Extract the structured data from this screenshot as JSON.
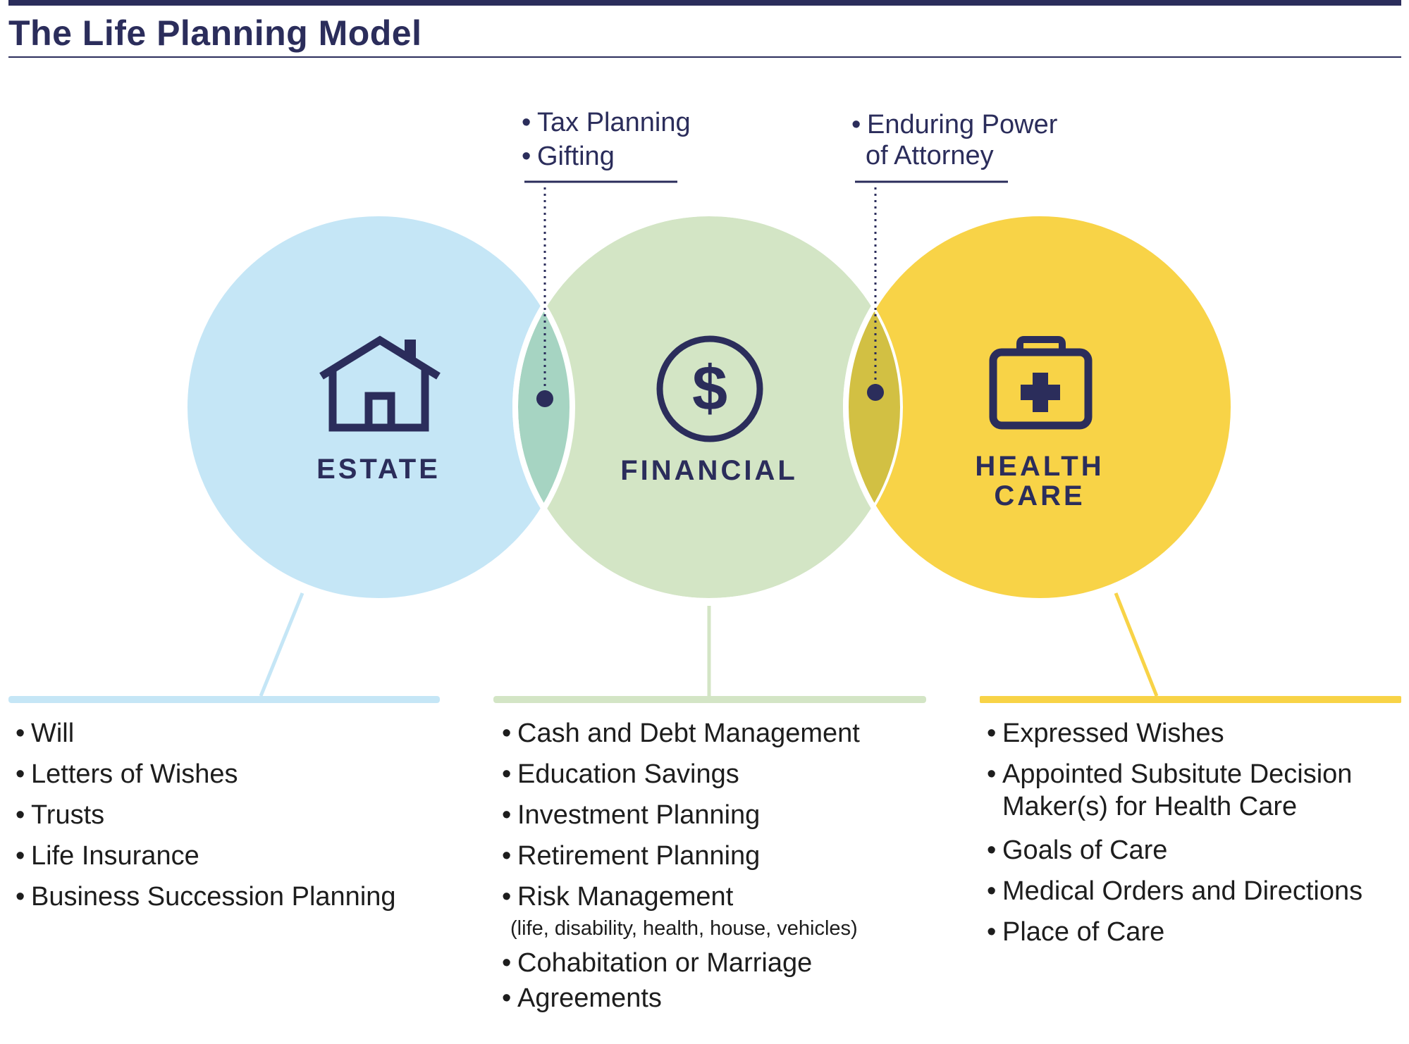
{
  "title": "The Life Planning Model",
  "colors": {
    "navy": "#2b2d5b",
    "estate": "#c5e6f6",
    "financial": "#d3e5c5",
    "health": "#f8d347",
    "overlap_estate_financial": "#a6d4c2",
    "overlap_financial_health": "#d2c043"
  },
  "circles": [
    {
      "label": "ESTATE",
      "icon": "house-icon"
    },
    {
      "label": "FINANCIAL",
      "icon": "dollar-icon"
    },
    {
      "label_line1": "HEALTH",
      "label_line2": "CARE",
      "icon": "medical-kit-icon"
    }
  ],
  "callouts": {
    "estate_financial": [
      "Tax Planning",
      "Gifting"
    ],
    "financial_health": {
      "line1": "Enduring Power",
      "line2": "of Attorney"
    }
  },
  "bullet": "•",
  "lists": {
    "estate": [
      "Will",
      "Letters of Wishes",
      "Trusts",
      "Life Insurance",
      "Business Succession Planning"
    ],
    "financial": {
      "items": [
        "Cash and Debt Management",
        "Education Savings",
        "Investment Planning",
        "Retirement Planning",
        "Risk Management"
      ],
      "risk_note": "(life, disability, health, house, vehicles)",
      "items_after": [
        "Cohabitation or Marriage",
        "Agreements"
      ]
    },
    "health": {
      "item1": "Expressed Wishes",
      "item2_line1": "Appointed Subsitute Decision",
      "item2_line2": "Maker(s) for Health Care",
      "items_after": [
        "Goals of Care",
        "Medical Orders and Directions",
        "Place of Care"
      ]
    }
  }
}
